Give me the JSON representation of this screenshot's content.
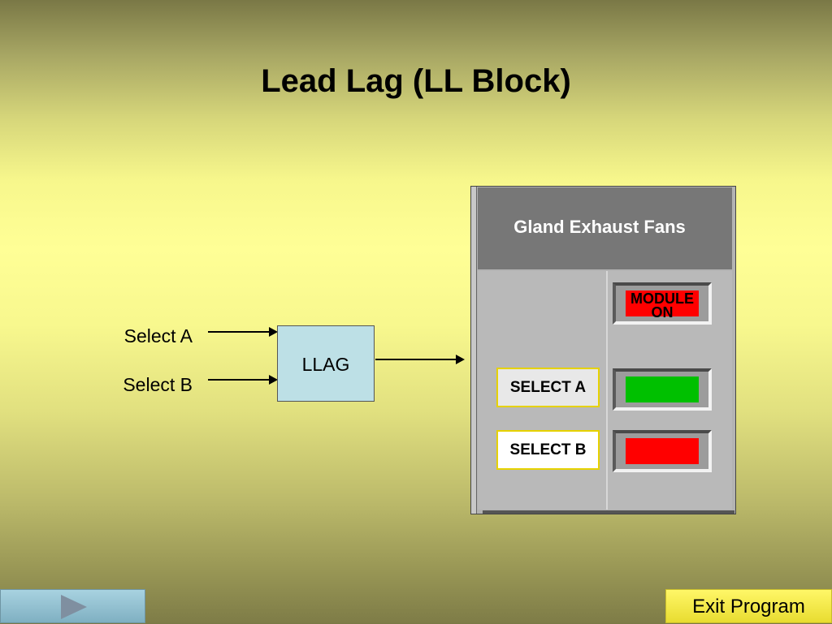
{
  "title": "Lead Lag (LL Block)",
  "diagram": {
    "input_a_label": "Select A",
    "input_b_label": "Select B",
    "block_label": "LLAG"
  },
  "panel": {
    "header": "Gland Exhaust Fans",
    "module_indicator_label": "MODULE ON",
    "module_indicator_color": "#ff0000",
    "select_a_label": "SELECT A",
    "select_b_label": "SELECT B",
    "indicator_a_color": "#00c000",
    "indicator_b_color": "#ff0000"
  },
  "footer": {
    "nav_icon": "play-arrow-icon",
    "exit_label": "Exit Program"
  }
}
